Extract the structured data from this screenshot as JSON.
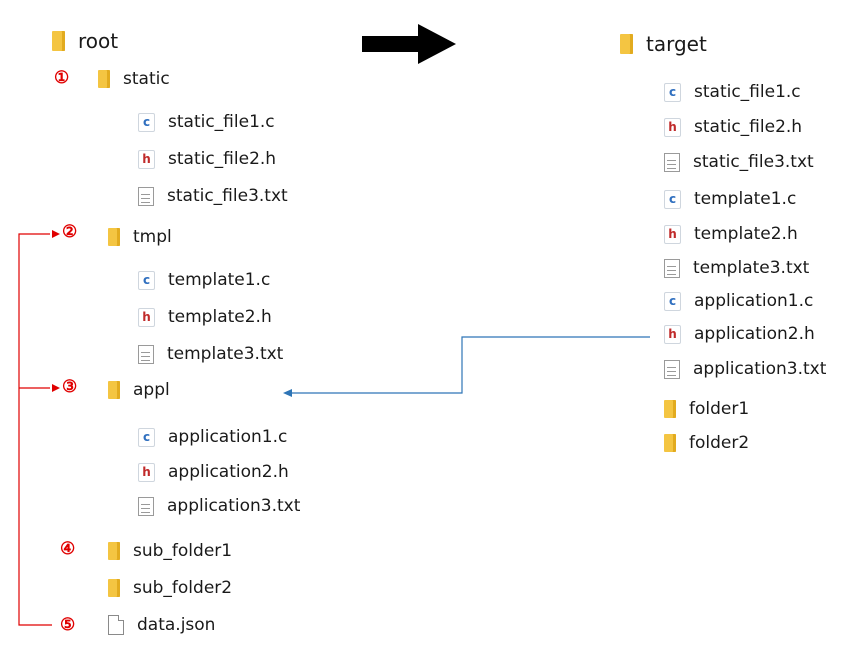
{
  "source": {
    "root": "root",
    "static": {
      "marker": "①",
      "name": "static",
      "files": [
        "static_file1.c",
        "static_file2.h",
        "static_file3.txt"
      ]
    },
    "tmpl": {
      "marker": "②",
      "name": "tmpl",
      "files": [
        "template1.c",
        "template2.h",
        "template3.txt"
      ]
    },
    "appl": {
      "marker": "③",
      "name": "appl",
      "files": [
        "application1.c",
        "application2.h",
        "application3.txt"
      ]
    },
    "sub_folder1": {
      "marker": "④",
      "name": "sub_folder1"
    },
    "sub_folder2": {
      "name": "sub_folder2"
    },
    "data_json": {
      "marker": "⑤",
      "name": "data.json"
    }
  },
  "target": {
    "name": "target",
    "files": [
      "static_file1.c",
      "static_file2.h",
      "static_file3.txt",
      "template1.c",
      "template2.h",
      "template3.txt",
      "application1.c",
      "application2.h",
      "application3.txt"
    ],
    "folders": [
      "folder1",
      "folder2"
    ]
  },
  "icons": {
    "folder": "folder-icon",
    "c_file": "c-file-icon",
    "h_file": "h-file-icon",
    "txt_file": "text-file-icon",
    "json_file": "blank-file-icon"
  },
  "colors": {
    "marker": "#e00000",
    "arrow_main": "#000000",
    "connector_red": "#e00000",
    "connector_blue": "#2e75b6",
    "folder": "#f4c542",
    "c_icon": "#2f6fbf",
    "h_icon": "#c02a2a"
  }
}
